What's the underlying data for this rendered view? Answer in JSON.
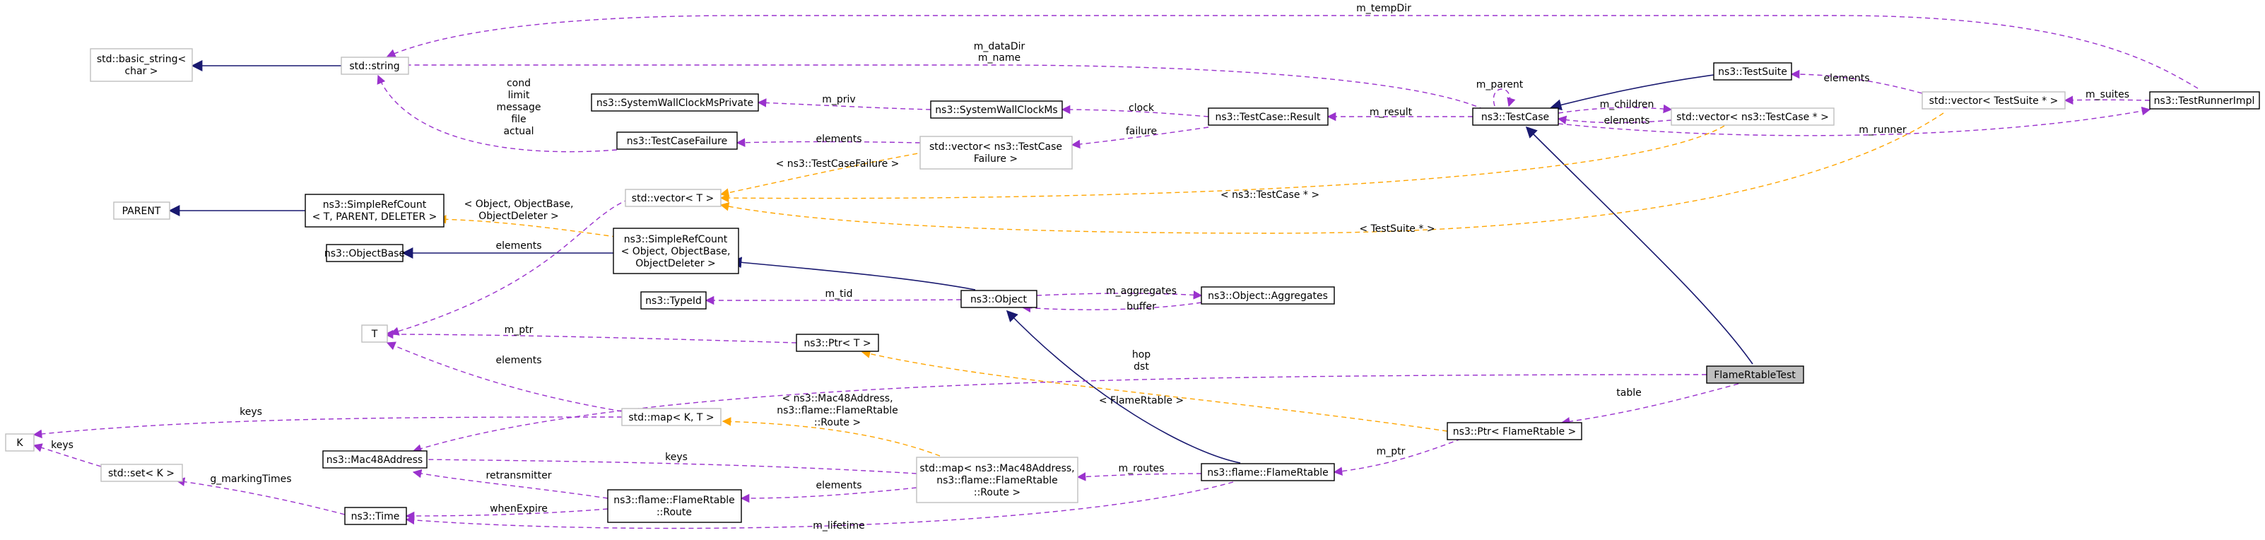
{
  "nodes": {
    "basic_string": [
      "std::basic_string<",
      "char >"
    ],
    "string": [
      "std::string"
    ],
    "syswallpriv": [
      "ns3::SystemWallClockMsPrivate"
    ],
    "syswall": [
      "ns3::SystemWallClockMs"
    ],
    "result": [
      "ns3::TestCase::Result"
    ],
    "testcase": [
      "ns3::TestCase"
    ],
    "testsuite": [
      "ns3::TestSuite"
    ],
    "vec_suite": [
      "std::vector< TestSuite * >"
    ],
    "runner": [
      "ns3::TestRunnerImpl"
    ],
    "vec_case": [
      "std::vector< ns3::TestCase * >"
    ],
    "failure": [
      "ns3::TestCaseFailure"
    ],
    "vec_failure": [
      "std::vector< ns3::TestCase",
      "Failure >"
    ],
    "parent": [
      "PARENT"
    ],
    "simpleref_t": [
      "ns3::SimpleRefCount",
      "< T, PARENT, DELETER >"
    ],
    "vector_t": [
      "std::vector< T >"
    ],
    "objectbase": [
      "ns3::ObjectBase"
    ],
    "simpleref_obj": [
      "ns3::SimpleRefCount",
      "< Object, ObjectBase,",
      "ObjectDeleter >"
    ],
    "typeid": [
      "ns3::TypeId"
    ],
    "object": [
      "ns3::Object"
    ],
    "aggregates": [
      "ns3::Object::Aggregates"
    ],
    "t": [
      "T"
    ],
    "ptr_t": [
      "ns3::Ptr< T >"
    ],
    "flame_test": [
      "FlameRtableTest"
    ],
    "k": [
      "K"
    ],
    "map_kt": [
      "std::map< K, T >"
    ],
    "mac48": [
      "ns3::Mac48Address"
    ],
    "ptr_flame": [
      "ns3::Ptr< FlameRtable >"
    ],
    "set_k": [
      "std::set< K >"
    ],
    "route": [
      "ns3::flame::FlameRtable",
      "::Route"
    ],
    "map_route": [
      "std::map< ns3::Mac48Address,",
      "ns3::flame::FlameRtable",
      "::Route >"
    ],
    "flamertable": [
      "ns3::flame::FlameRtable"
    ],
    "time": [
      "ns3::Time"
    ]
  },
  "edge_labels": {
    "m_tempDir": [
      "m_tempDir"
    ],
    "m_dataDir": [
      "m_dataDir",
      "m_name"
    ],
    "cond_group": [
      "cond",
      "limit",
      "message",
      "file",
      "actual"
    ],
    "m_priv": [
      "m_priv"
    ],
    "clock": [
      "clock"
    ],
    "m_result": [
      "m_result"
    ],
    "m_parent": [
      "m_parent"
    ],
    "elements_suite": [
      "elements"
    ],
    "m_children": [
      "m_children"
    ],
    "elements_case": [
      "elements"
    ],
    "m_suites": [
      "m_suites"
    ],
    "m_runner": [
      "m_runner"
    ],
    "elements_failure": [
      "elements"
    ],
    "failure": [
      "failure"
    ],
    "tpl_failure": [
      "< ns3::TestCaseFailure >"
    ],
    "tpl_objectbase": [
      "< Object, ObjectBase,",
      "ObjectDeleter >"
    ],
    "tpl_testcase": [
      "< ns3::TestCase * >"
    ],
    "tpl_testsuite": [
      "< TestSuite * >"
    ],
    "elements_obj": [
      "elements"
    ],
    "m_aggregates": [
      "m_aggregates"
    ],
    "m_tid": [
      "m_tid"
    ],
    "buffer": [
      "buffer"
    ],
    "m_ptr_t": [
      "m_ptr"
    ],
    "elements_t": [
      "elements"
    ],
    "hop_dst": [
      "hop",
      "dst"
    ],
    "tpl_flamertable": [
      "< FlameRtable >"
    ],
    "table": [
      "table"
    ],
    "keys_map": [
      "keys"
    ],
    "tpl_mac48": [
      "< ns3::Mac48Address,",
      "ns3::flame::FlameRtable",
      "::Route >"
    ],
    "keys_set": [
      "keys"
    ],
    "keys_route": [
      "keys"
    ],
    "m_routes": [
      "m_routes"
    ],
    "m_ptr_flame": [
      "m_ptr"
    ],
    "retransmitter": [
      "retransmitter"
    ],
    "g_markingTimes": [
      "g_markingTimes"
    ],
    "elements_route": [
      "elements"
    ],
    "whenExpire": [
      "whenExpire"
    ],
    "m_lifetime": [
      "m_lifetime"
    ]
  },
  "colors": {
    "usage_edge": "#9a32cd",
    "template_edge": "#ffa500",
    "inheritance_edge": "#191970",
    "highlight_fill": "#bfbfbf",
    "undocumented_border": "#bfbfbf"
  }
}
